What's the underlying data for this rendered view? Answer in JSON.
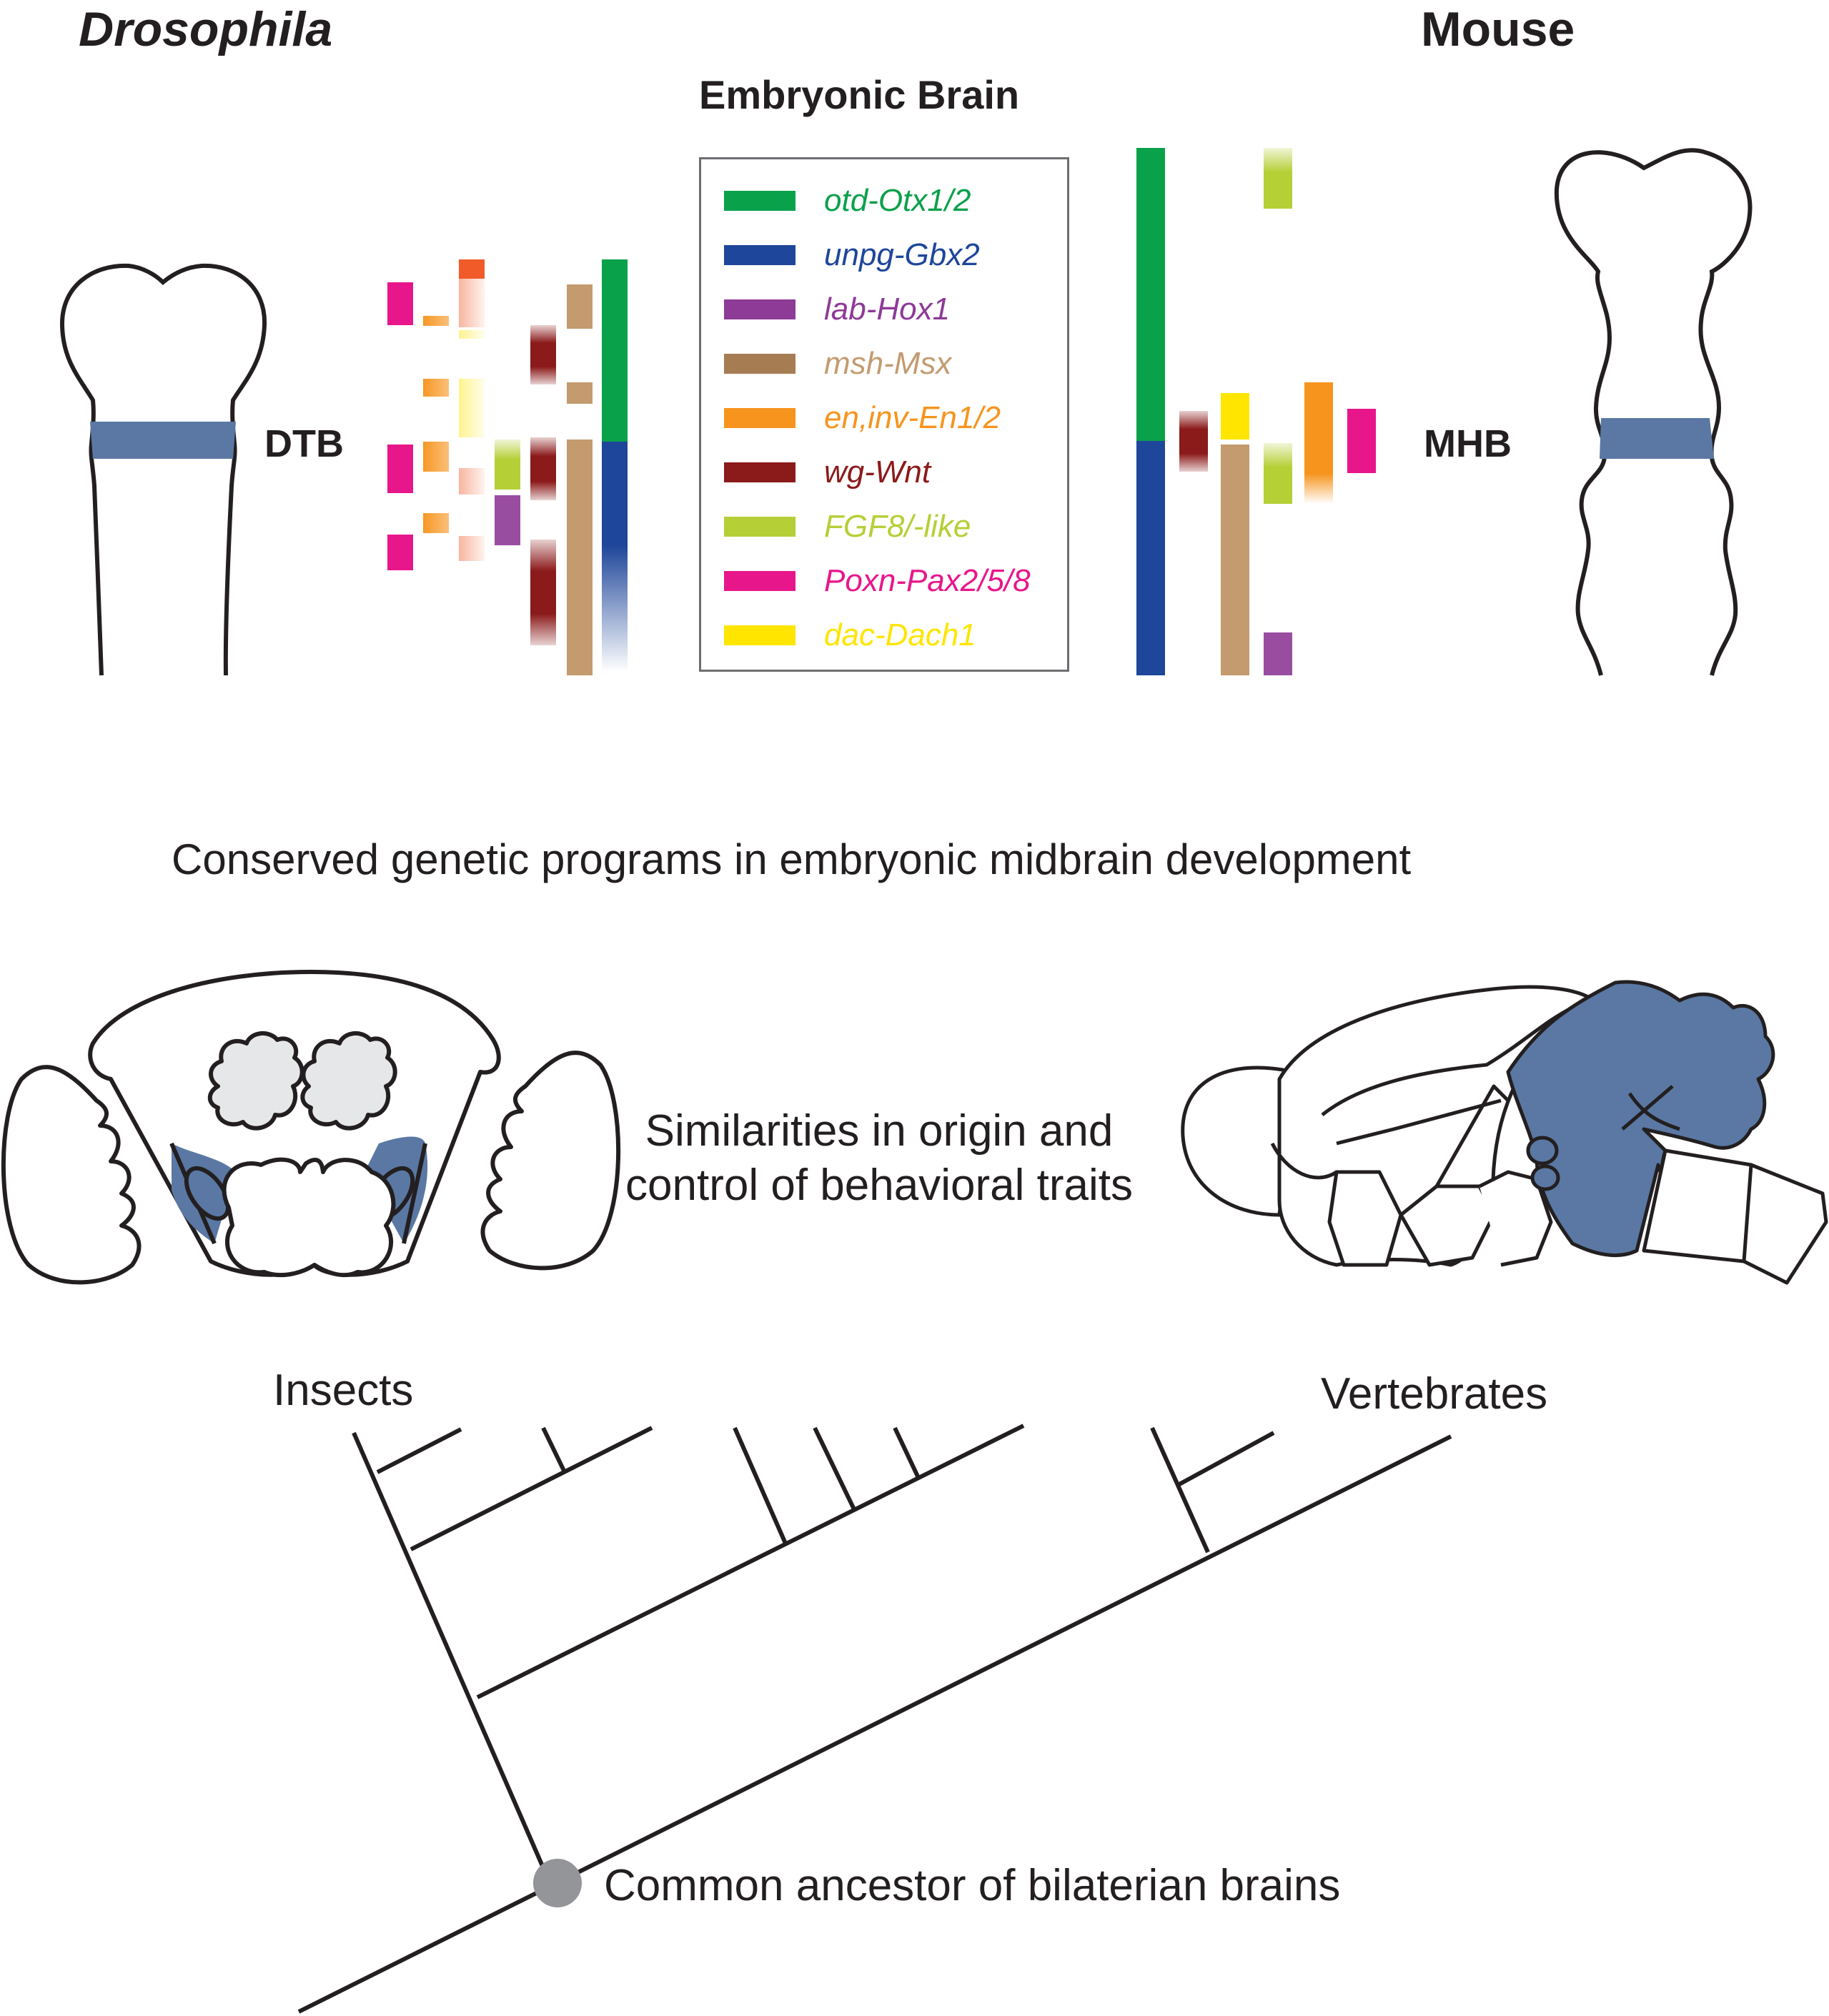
{
  "titles": {
    "left_species": "Drosophila",
    "right_species": "Mouse",
    "embryonic_header": "Embryonic Brain"
  },
  "boundaries": {
    "left": "DTB",
    "right": "MHB"
  },
  "legend": {
    "items": [
      {
        "label": "otd-Otx1/2",
        "color": "#0aa14b"
      },
      {
        "label": "unpg-Gbx2",
        "color": "#1e469a"
      },
      {
        "label": "lab-Hox1",
        "color": "#8e3a97"
      },
      {
        "label": "msh-Msx",
        "color": "#c39b6f"
      },
      {
        "label": "en,inv-En1/2",
        "color": "#f7941d"
      },
      {
        "label": "wg-Wnt",
        "color": "#8b1a1a"
      },
      {
        "label": "FGF8/-like",
        "color": "#b5cf36"
      },
      {
        "label": "Poxn-Pax2/5/8",
        "color": "#e8168b"
      },
      {
        "label": "dac-Dach1",
        "color": "#ffe500"
      }
    ]
  },
  "captions": {
    "conserved": "Conserved genetic programs in embryonic midbrain development",
    "similarities_line1": "Similarities in origin and",
    "similarities_line2": "control of behavioral traits",
    "common_ancestor": "Common ancestor of bilaterian brains"
  },
  "tree": {
    "left_clade": "Insects",
    "right_clade": "Vertebrates"
  },
  "colors": {
    "highlight_blue": "#5a78a3",
    "light_gray": "#e6e7e8",
    "node_gray": "#939598",
    "stroke": "#231f20"
  }
}
